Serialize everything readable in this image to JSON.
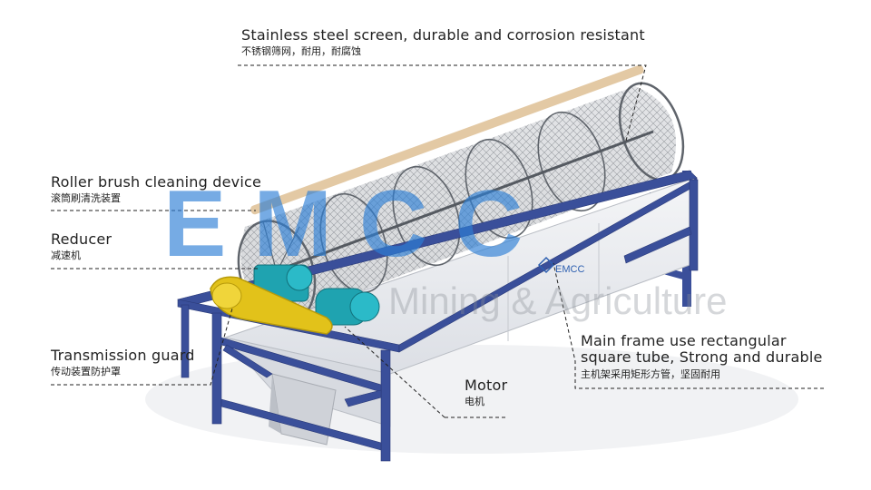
{
  "callouts": {
    "screen": {
      "en": "Stainless steel screen, durable and corrosion resistant",
      "zh": "不锈钢筛网，耐用，耐腐蚀"
    },
    "brush": {
      "en": "Roller brush cleaning device",
      "zh": "滚筒刷清洗装置"
    },
    "reducer": {
      "en": "Reducer",
      "zh": "减速机"
    },
    "guard": {
      "en": "Transmission guard",
      "zh": "传动装置防护罩"
    },
    "motor": {
      "en": "Motor",
      "zh": "电机"
    },
    "frame": {
      "en": "Main frame use rectangular",
      "en2": "square tube, Strong and durable",
      "zh": "主机架采用矩形方管，坚固耐用"
    }
  },
  "watermark": {
    "brand": "EMCC",
    "tagline": "Mining & Agriculture"
  },
  "colors": {
    "frame": "#3a4f9a",
    "frame_dark": "#2a3a78",
    "panel": "#e9ebef",
    "mesh": "#6b6f76",
    "motor": "#1fa3b0",
    "guard": "#e2c21a",
    "watermark": "#2d7fd6",
    "leader": "#222222"
  },
  "icons": {
    "logo": "emcc-logo-icon"
  }
}
